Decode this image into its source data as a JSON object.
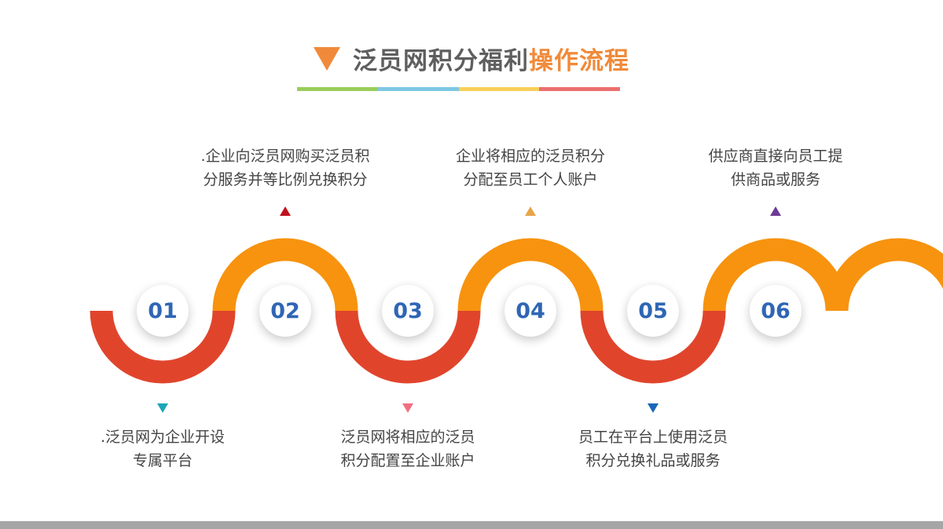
{
  "title": {
    "main": "泛员网积分福利",
    "accent": "操作流程",
    "icon": "triangle-down-icon",
    "icon_color": "#f08a3a",
    "underline_colors": [
      "#9acd5a",
      "#7ec8e3",
      "#f7cf5a",
      "#ec6f6f"
    ]
  },
  "colors": {
    "wave_top": "#f7930f",
    "wave_bottom": "#e0452c",
    "number_text": "#2f66b5"
  },
  "steps": [
    {
      "num": "01",
      "text_lines": [
        ".泛员网为企业开设",
        "专属平台"
      ],
      "marker_color": "#1aa6b7"
    },
    {
      "num": "02",
      "text_lines": [
        ".企业向泛员网购买泛员积",
        "分服务并等比例兑换积分"
      ],
      "marker_color": "#c0121e"
    },
    {
      "num": "03",
      "text_lines": [
        "泛员网将相应的泛员",
        "积分配置至企业账户"
      ],
      "marker_color": "#ef6f80"
    },
    {
      "num": "04",
      "text_lines": [
        "企业将相应的泛员积分",
        "分配至员工个人账户"
      ],
      "marker_color": "#e8a54a"
    },
    {
      "num": "05",
      "text_lines": [
        "员工在平台上使用泛员",
        "积分兑换礼品或服务"
      ],
      "marker_color": "#1967b8"
    },
    {
      "num": "06",
      "text_lines": [
        "供应商直接向员工提",
        "供商品或服务"
      ],
      "marker_color": "#6d3a96"
    }
  ]
}
